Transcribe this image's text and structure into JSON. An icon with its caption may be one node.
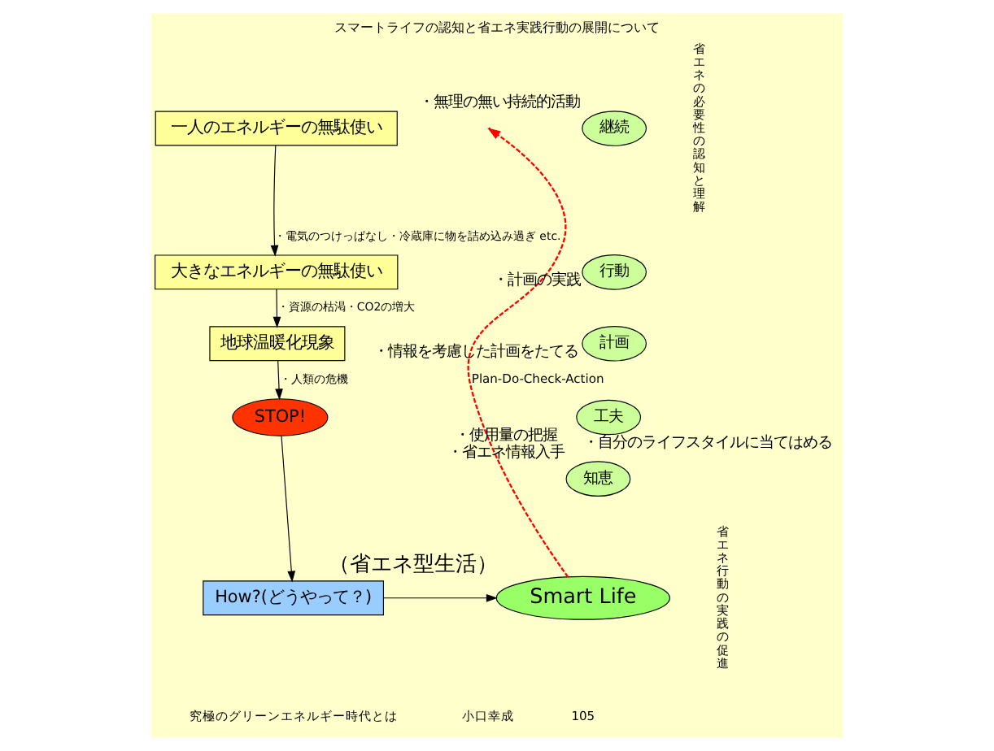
{
  "diagram": {
    "title": "スマートライフの認知と省エネ実践行動の展開について",
    "nodes": [
      {
        "text": [
          "一人のエネルギーの無駄使い"
        ]
      },
      {
        "text": [
          "大きなエネルギーの無駄使い"
        ]
      },
      {
        "text": [
          "地球温暖化現象"
        ]
      },
      {
        "text": [
          "STOP!"
        ]
      },
      {
        "text": [
          "How?(どうやって？)"
        ]
      },
      {
        "text": [
          "Smart Life"
        ],
        "beside": [
          "（省エネ型生活）"
        ]
      },
      {
        "text": [
          "継続"
        ],
        "beside": [
          "・無理の無い持続的活動"
        ]
      },
      {
        "text": [
          "行動"
        ],
        "beside": [
          "・計画の実践"
        ]
      },
      {
        "text": [
          "計画"
        ],
        "beside": [
          "・情報を考慮した計画をたてる"
        ]
      },
      {
        "text": [
          "工夫"
        ],
        "beside": [
          "・自分のライフスタイルに当てはめる"
        ]
      },
      {
        "text": [
          "知恵"
        ],
        "beside": [
          "・使用量の把握",
          "・省エネ情報入手"
        ]
      }
    ],
    "edges": [
      {
        "from": 0,
        "to": 1,
        "arrow": "to",
        "label": "・電気のつけっぱなし・冷蔵庫に物を詰め込み過ぎ etc."
      },
      {
        "from": 1,
        "to": 2,
        "arrow": "to",
        "label": "・資源の枯渇・CO2の増大"
      },
      {
        "from": 2,
        "to": 3,
        "arrow": "to",
        "label": "・人類の危機"
      },
      {
        "from": 3,
        "to": 4,
        "arrow": "to"
      },
      {
        "from": 4,
        "to": 5,
        "arrow": "to"
      },
      {
        "from": 5,
        "to": null,
        "arrow": "to",
        "label": "Plan-Do-Check-Action",
        "style": "dashed",
        "color": "#ff0000"
      }
    ],
    "labels": [
      "省エネの必要性の認知と理解",
      "省エネ行動の実践の促進",
      "究極のグリーンエネルギー時代とは",
      "小口幸成",
      "105"
    ]
  }
}
